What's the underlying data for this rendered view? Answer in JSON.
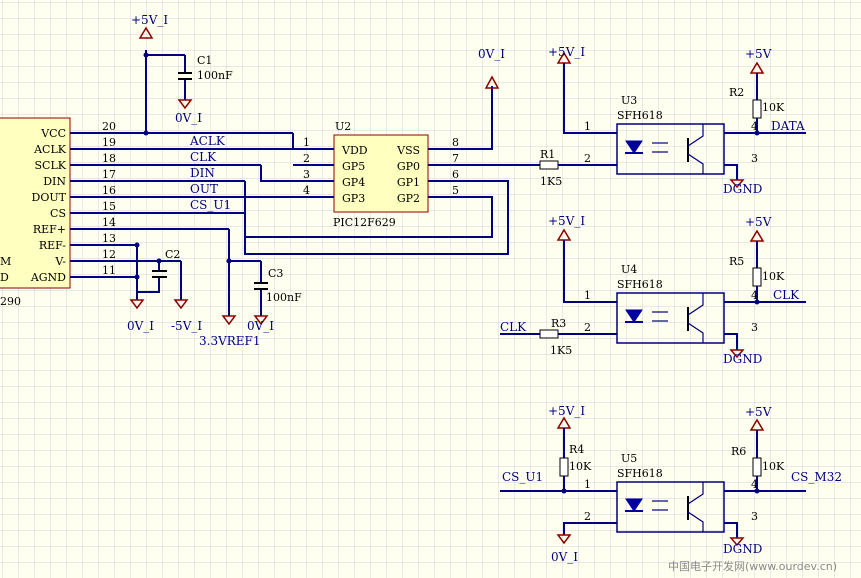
{
  "u2": {
    "ref": "U2",
    "part": "PIC12F629",
    "pins": [
      "VDD",
      "GP5",
      "GP4",
      "GP3",
      "VSS",
      "GP0",
      "GP1",
      "GP2"
    ],
    "pin_nums": [
      "1",
      "2",
      "3",
      "4",
      "8",
      "7",
      "6",
      "5"
    ]
  },
  "adc": {
    "names": [
      "VCC",
      "ACLK",
      "SCLK",
      "DIN",
      "DOUT",
      "CS",
      "REF+",
      "REF-",
      "V-",
      "AGND"
    ],
    "nums": [
      "20",
      "19",
      "18",
      "17",
      "16",
      "15",
      "14",
      "13",
      "12",
      "11"
    ],
    "partial_names": [
      "M",
      "D"
    ],
    "partial_ref": "290"
  },
  "nets": {
    "aclk": "ACLK",
    "clk": "CLK",
    "din": "DIN",
    "out": "OUT",
    "cs_u1": "CS_U1",
    "data": "DATA",
    "clk_in": "CLK",
    "clk_out": "CLK",
    "cs_u1_in": "CS_U1",
    "cs_m32": "CS_M32"
  },
  "power": {
    "p5v_i": "+5V_I",
    "p5v": "+5V",
    "gnd_0v_i": "0V_I",
    "gnd_0v_i_top": "0V_I",
    "m5v_i": "-5V_I",
    "ref33": "3.3VREF1",
    "dgnd": "DGND"
  },
  "caps": {
    "c1": "C1",
    "c1v": "100nF",
    "c2": "C2",
    "c3": "C3",
    "c3v": "100nF"
  },
  "opto": {
    "part": "SFH618",
    "u3": "U3",
    "u4": "U4",
    "u5": "U5",
    "p1": "1",
    "p2": "2",
    "p3": "3",
    "p4": "4"
  },
  "res": {
    "r1": "R1",
    "r1v": "1K5",
    "r2": "R2",
    "r2v": "10K",
    "r3": "R3",
    "r3v": "1K5",
    "r4": "R4",
    "r4v": "10K",
    "r5": "R5",
    "r5v": "10K",
    "r6": "R6",
    "r6v": "10K"
  },
  "watermark": "中国电子开发网(www.ourdev.cn)",
  "colors": {
    "background": "#fffff0",
    "grid": "#d2d2dc",
    "wire": "#000080",
    "label": "#00007f",
    "power": "#8b0000"
  }
}
